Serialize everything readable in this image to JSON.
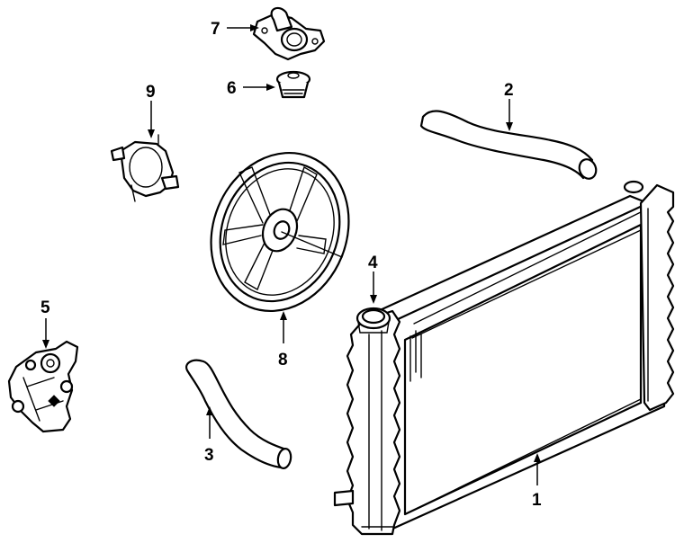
{
  "callouts": {
    "radiator": "1",
    "upper_hose": "2",
    "lower_hose": "3",
    "radiator_cap": "4",
    "water_pump": "5",
    "thermostat": "6",
    "thermostat_housing": "7",
    "fan_pulley": "8",
    "vacuum_motor": "9"
  }
}
